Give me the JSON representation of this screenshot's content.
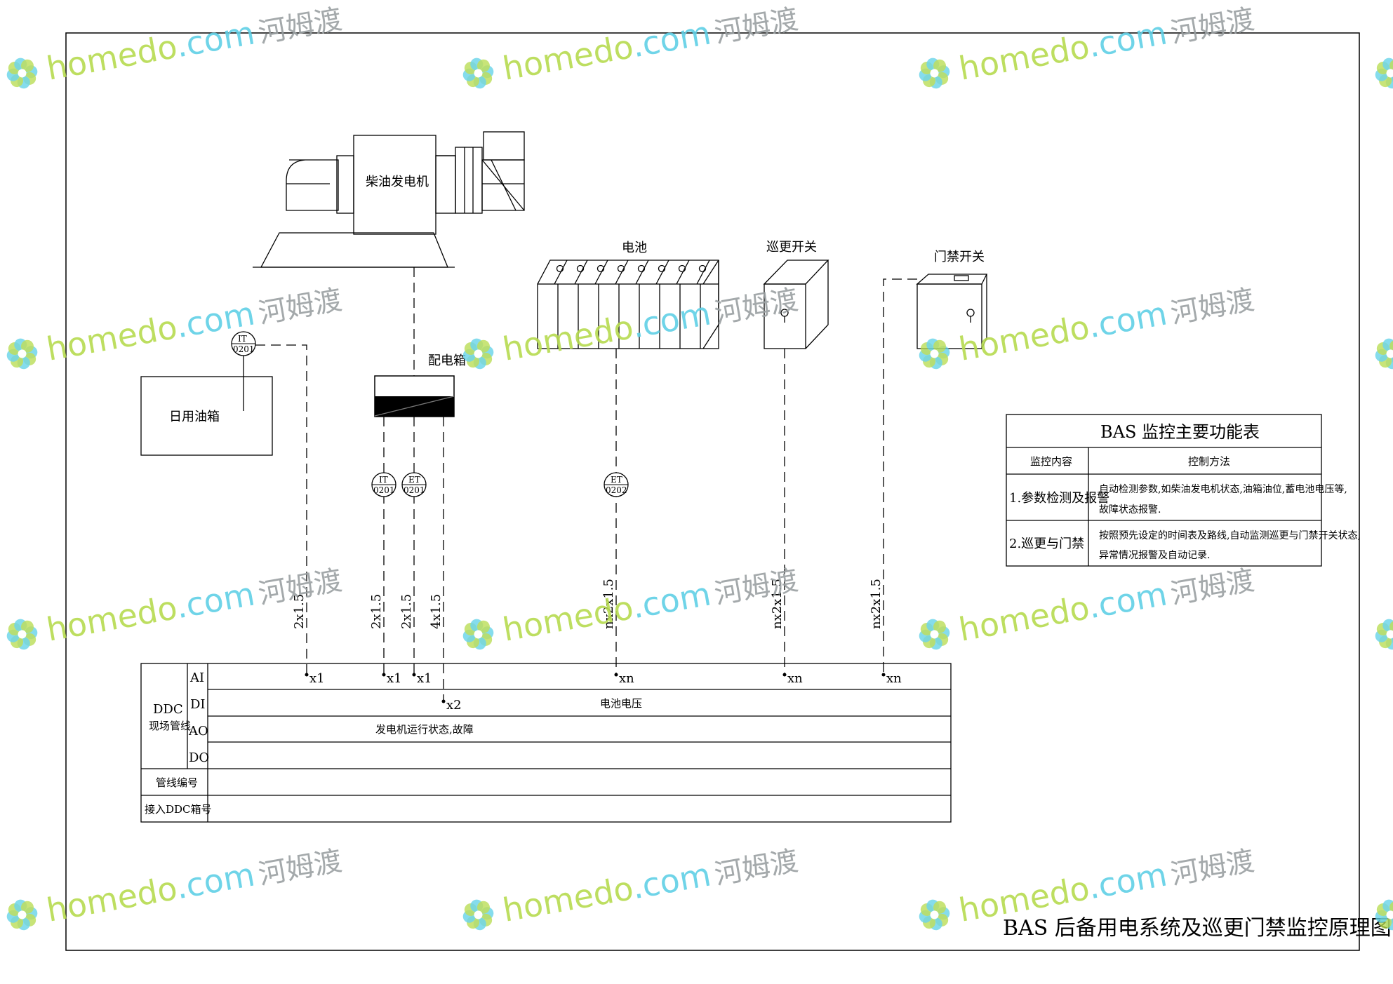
{
  "labels": {
    "generator": "柴油发电机",
    "battery": "电池",
    "patrol_switch": "巡更开关",
    "door_switch": "门禁开关",
    "distribution_box": "配电箱",
    "fuel_tank": "日用油箱"
  },
  "instruments": [
    {
      "tag": "IT",
      "num": "0201"
    },
    {
      "tag": "IT",
      "num": "0201"
    },
    {
      "tag": "ET",
      "num": "0201"
    },
    {
      "tag": "ET",
      "num": "0202"
    }
  ],
  "cables": [
    "2x1.5",
    "2x1.5",
    "2x1.5",
    "4x1.5",
    "nx2x1.5",
    "nx2x1.5",
    "nx2x1.5"
  ],
  "connections": [
    "x1",
    "x1",
    "x1",
    "x2",
    "xn",
    "xn",
    "xn"
  ],
  "ddc": {
    "title": "DDC",
    "subtitle": "现场管线",
    "rows": [
      "AI",
      "DI",
      "AO",
      "DO"
    ],
    "pipe_number": "管线编号",
    "ddc_box": "接入DDC箱号",
    "di_note": "电池电压",
    "ao_note": "发电机运行状态,故障"
  },
  "function_table": {
    "title": "BAS 监控主要功能表",
    "headers": [
      "监控内容",
      "控制方法"
    ],
    "rows": [
      {
        "item": "1.参数检测及报警",
        "line1": "自动检测参数,如柴油发电机状态,油箱油位,蓄电池电压等,",
        "line2": "故障状态报警."
      },
      {
        "item": "2.巡更与门禁",
        "line1": "按照预先设定的时间表及路线,自动监测巡更与门禁开关状态,",
        "line2": "异常情况报警及自动记录."
      }
    ]
  },
  "drawing_title": "BAS 后备用电系统及巡更门禁监控原理图",
  "watermark": {
    "word_a": "homedo",
    "word_b": ".com",
    "word_c": "河姆渡",
    "colors": {
      "green": "#b6db4e",
      "cyan": "#5fd0e6"
    }
  }
}
